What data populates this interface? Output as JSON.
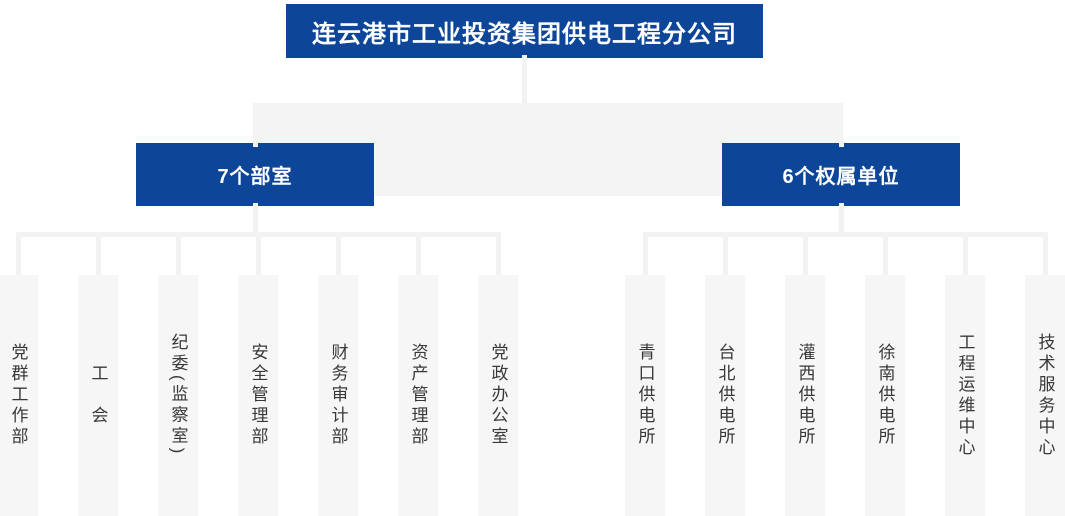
{
  "org": {
    "root_label": "连云港市工业投资集团供电工程分公司",
    "groups": [
      {
        "id": "departments",
        "label": "7个部室",
        "children": [
          "党群工作部",
          "工　会",
          "纪委(监察室)",
          "安全管理部",
          "财务审计部",
          "资产管理部",
          "党政办公室"
        ]
      },
      {
        "id": "subsidiaries",
        "label": "6个权属单位",
        "children": [
          "青口供电所",
          "台北供电所",
          "灌西供电所",
          "徐南供电所",
          "工程运维中心",
          "技术服务中心"
        ]
      }
    ],
    "colors": {
      "primary": "#0d4599",
      "band": "#f4f4f5",
      "connector": "#f2f2f3",
      "node_bg": "#f6f6f7",
      "node_text": "#383838"
    }
  }
}
